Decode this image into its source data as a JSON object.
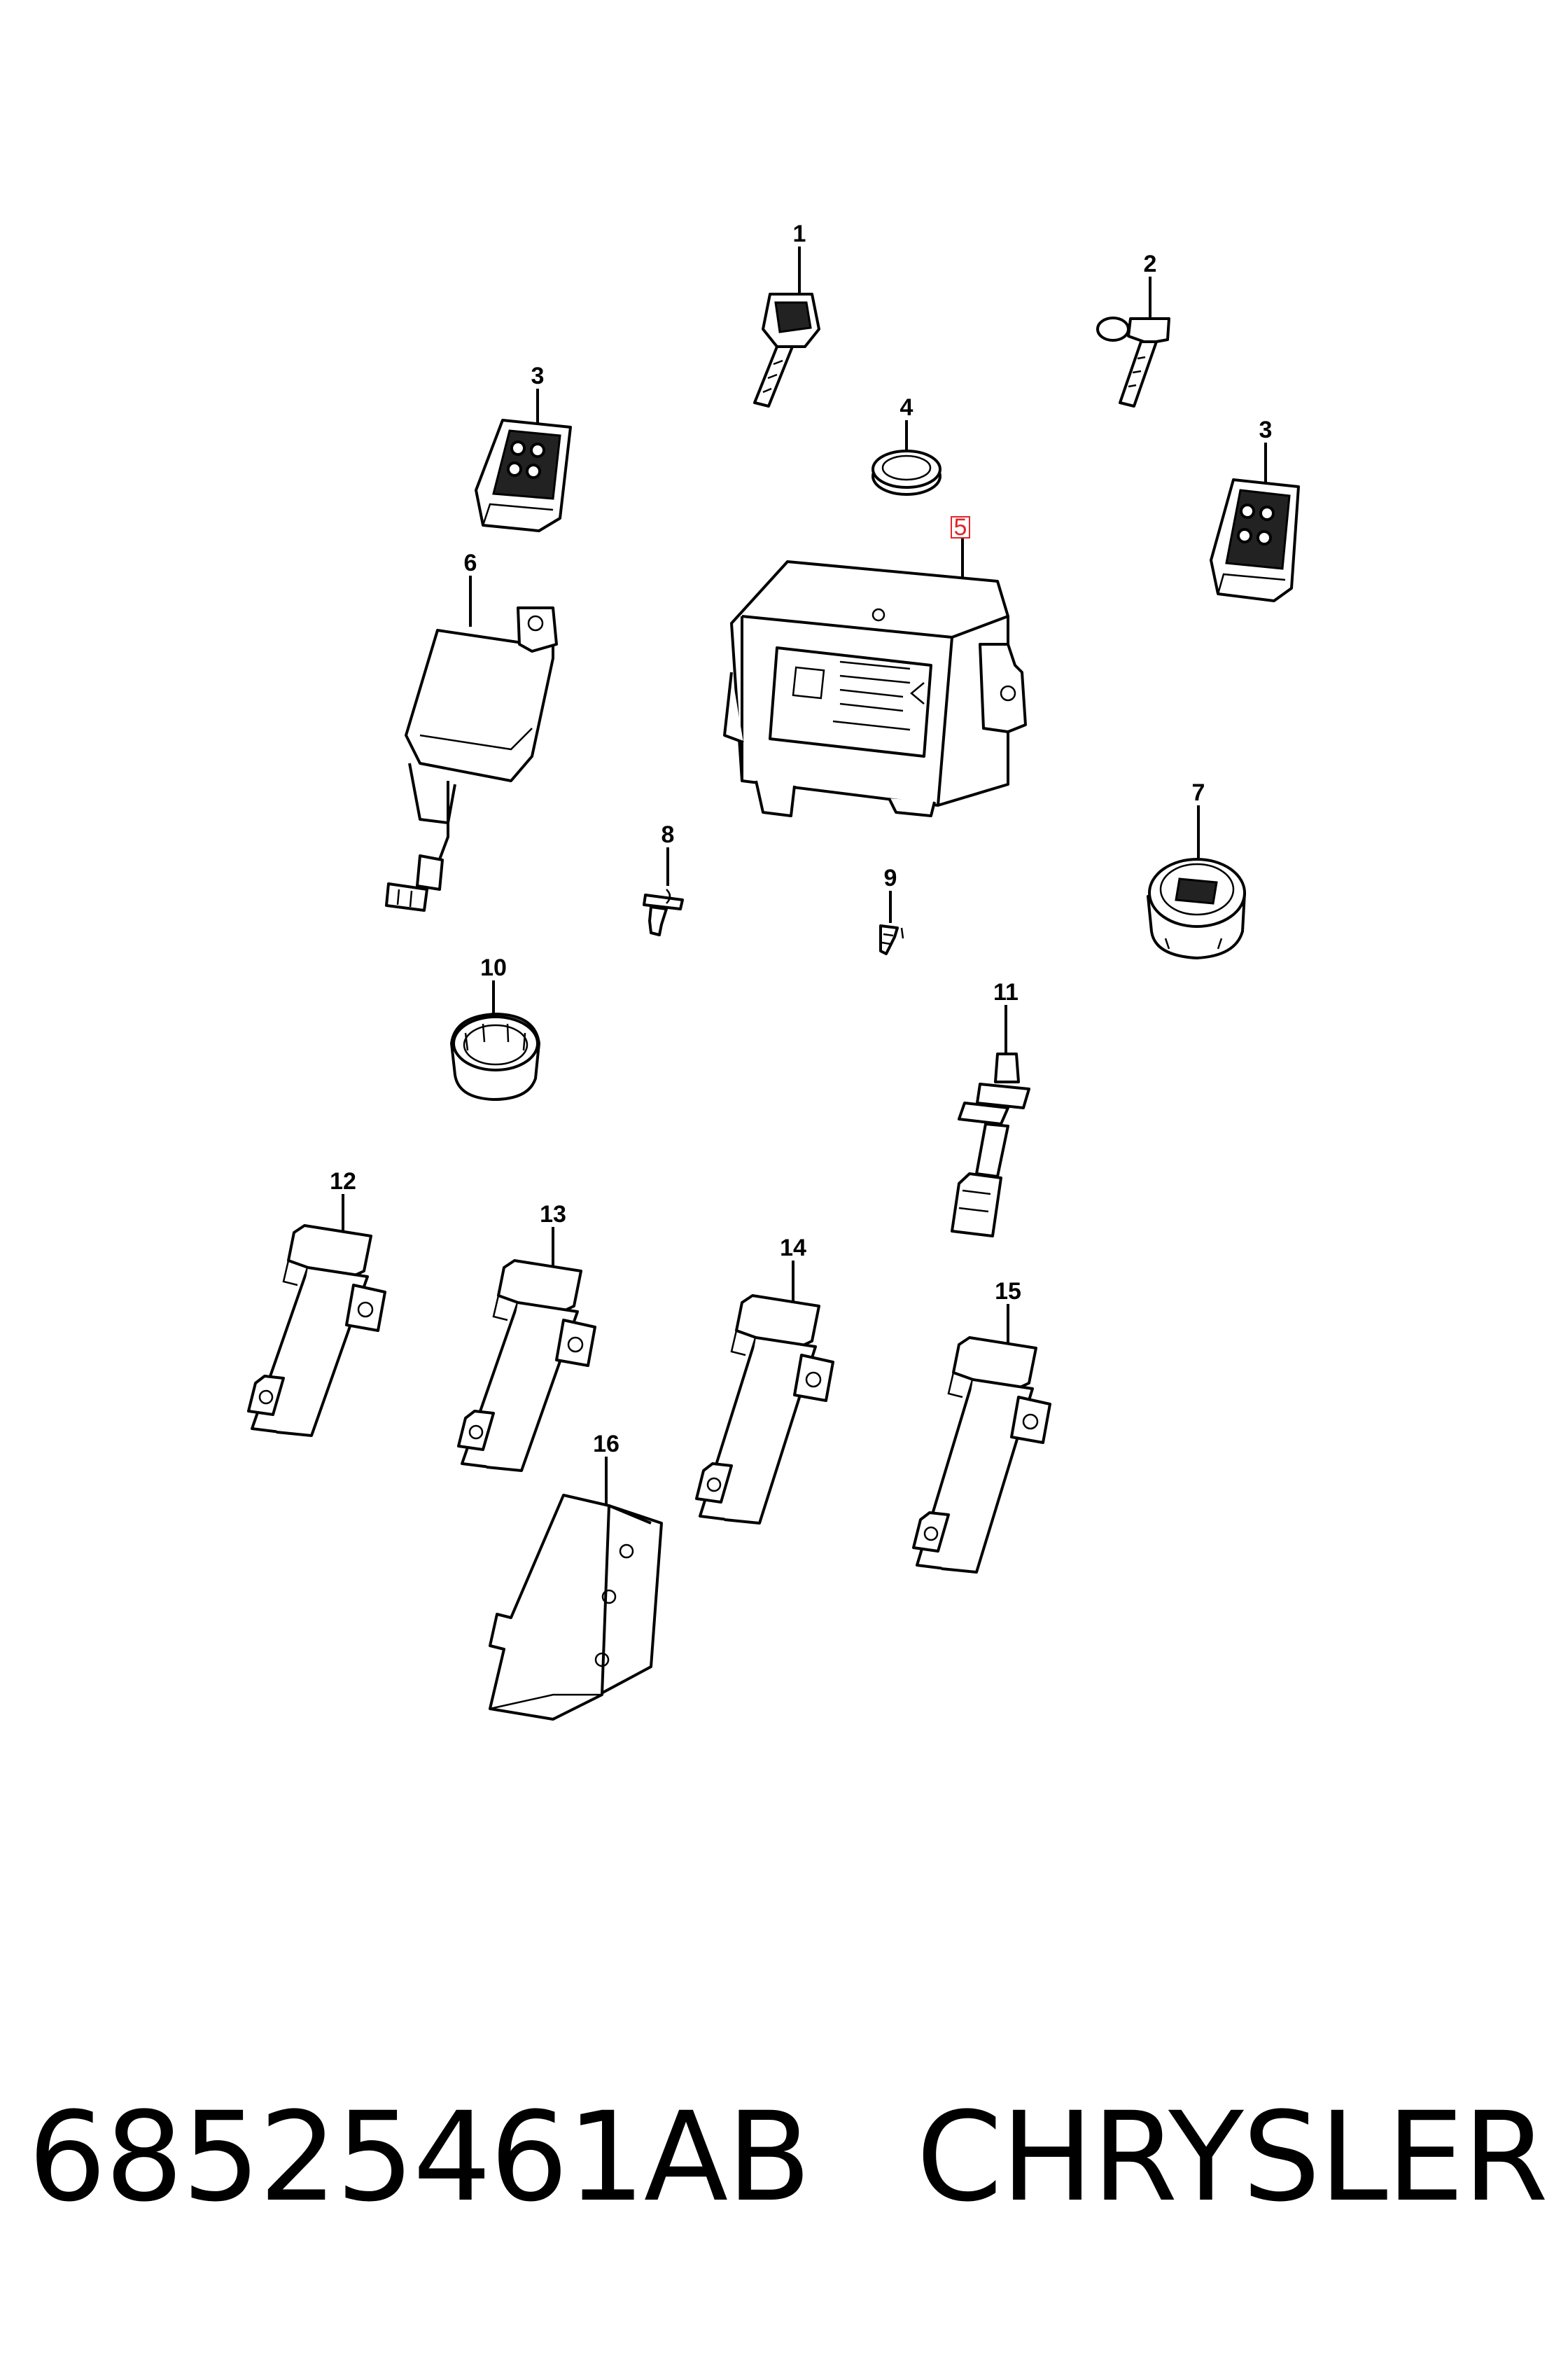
{
  "callouts": [
    {
      "id": "c1",
      "label": "1"
    },
    {
      "id": "c2",
      "label": "2"
    },
    {
      "id": "c3a",
      "label": "3"
    },
    {
      "id": "c3b",
      "label": "3"
    },
    {
      "id": "c4",
      "label": "4",
      "highlight": "#e0262a"
    },
    {
      "id": "c5",
      "label": "5"
    },
    {
      "id": "c6",
      "label": "6"
    },
    {
      "id": "c7",
      "label": "7"
    },
    {
      "id": "c8",
      "label": "8"
    },
    {
      "id": "c9",
      "label": "9"
    },
    {
      "id": "c10",
      "label": "10"
    },
    {
      "id": "c11",
      "label": "11"
    },
    {
      "id": "c12",
      "label": "12"
    },
    {
      "id": "c13",
      "label": "13"
    },
    {
      "id": "c14",
      "label": "14"
    },
    {
      "id": "c15",
      "label": "15"
    },
    {
      "id": "c16",
      "label": "16"
    }
  ],
  "footer": {
    "part_number": "68525461AB",
    "brand": "CHRYSLER"
  },
  "colors": {
    "line": "#000000",
    "background": "#ffffff",
    "highlight_box": "#e0262a"
  }
}
